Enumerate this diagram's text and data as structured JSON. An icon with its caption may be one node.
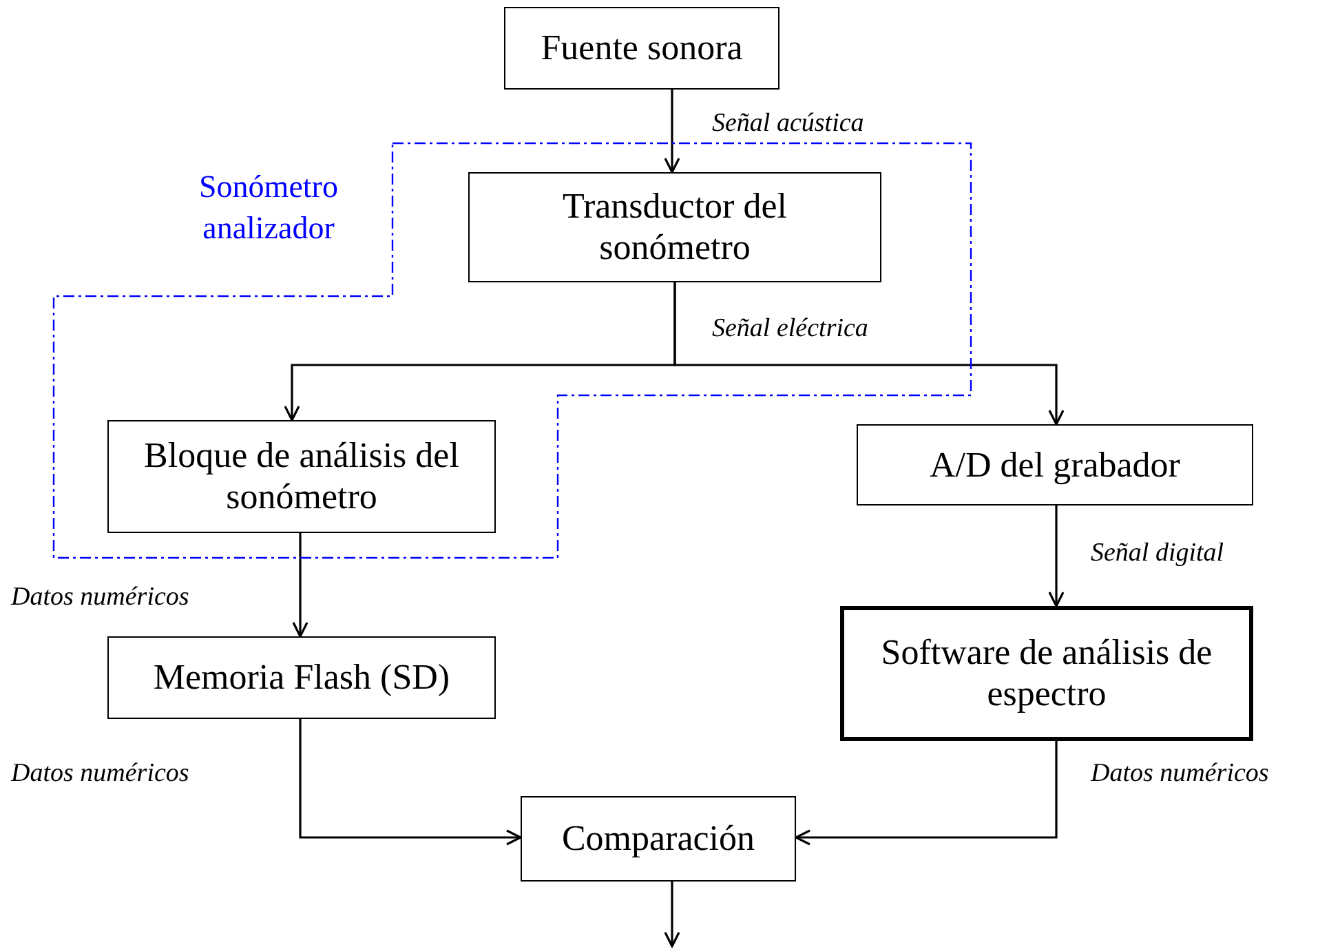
{
  "diagram": {
    "nodes": [
      {
        "text": [
          "Fuente sonora"
        ]
      },
      {
        "text": [
          "Sonómetro analizador"
        ]
      },
      {
        "text": [
          "Transductor del sonómetro"
        ],
        "in": 1
      },
      {
        "text": [
          "Bloque de análisis del sonómetro"
        ],
        "in": 1
      },
      {
        "text": [
          "A/D del grabador"
        ]
      },
      {
        "text": [
          "Memoria Flash (SD)"
        ]
      },
      {
        "text": [
          "Software de análisis de espectro"
        ]
      },
      {
        "text": [
          "Comparación"
        ]
      }
    ],
    "edges": [
      {
        "from": 0,
        "to": 2,
        "arrow": "to",
        "label": "Señal acústica"
      },
      {
        "from": 2,
        "to": 3,
        "arrow": "to",
        "label": "Señal eléctrica"
      },
      {
        "from": 2,
        "to": 4,
        "arrow": "to"
      },
      {
        "from": 3,
        "to": 5,
        "arrow": "to",
        "label": "Datos numéricos"
      },
      {
        "from": 4,
        "to": 6,
        "arrow": "to",
        "label": "Señal digital"
      },
      {
        "from": 5,
        "to": 7,
        "arrow": "to",
        "label": "Datos numéricos"
      },
      {
        "from": 6,
        "to": 7,
        "arrow": "to",
        "label": "Datos numéricos"
      },
      {
        "from": 7,
        "to": null,
        "arrow": "to"
      }
    ]
  }
}
